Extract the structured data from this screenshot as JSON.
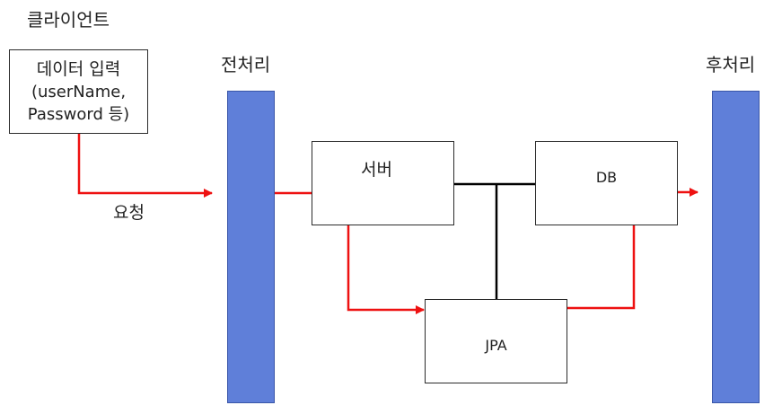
{
  "client": {
    "title": "클라이언트",
    "input_box": {
      "line1": "데이터 입력",
      "line2": "(userName,",
      "line3": "Password 등)"
    },
    "request_label": "요청"
  },
  "pre_processing": {
    "label": "전처리"
  },
  "post_processing": {
    "label": "후처리"
  },
  "server": {
    "label": "서버"
  },
  "db": {
    "label": "DB"
  },
  "jpa": {
    "label": "JPA"
  },
  "colors": {
    "bar": "#5f7fd9",
    "arrow": "#ee1111",
    "line": "#000000"
  }
}
